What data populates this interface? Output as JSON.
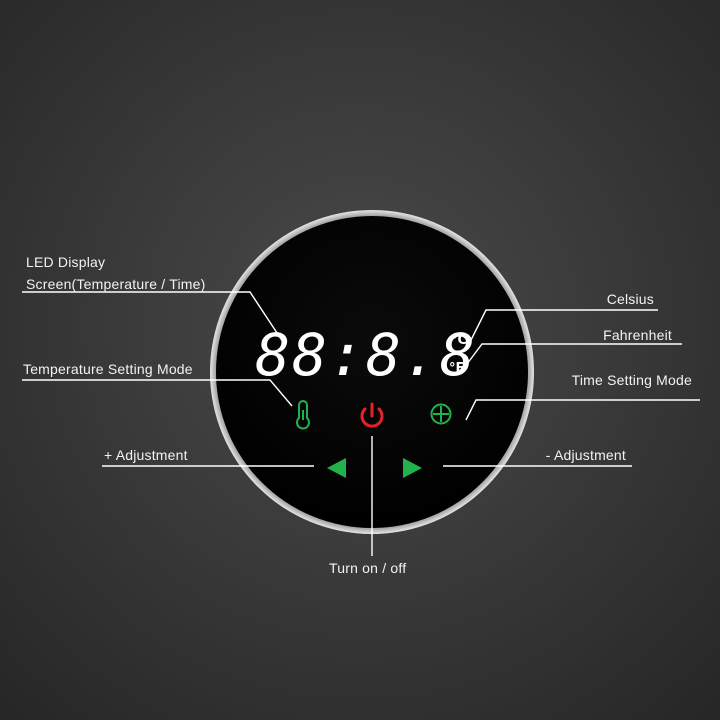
{
  "display": {
    "digits": "88:8.8",
    "celsius_symbol": "°C",
    "fahrenheit_symbol": "°F"
  },
  "labels": {
    "led_line1": "LED Display",
    "led_line2": "Screen(Temperature / Time)",
    "celsius": "Celsius",
    "fahrenheit": "Fahrenheit",
    "temp_mode": "Temperature Setting Mode",
    "time_mode": "Time Setting Mode",
    "plus_adjust": "+ Adjustment",
    "minus_adjust": "- Adjustment",
    "power": "Turn on / off"
  },
  "icons": {
    "thermometer": "thermometer-icon",
    "power": "power-icon",
    "timer": "timer-crosshair-icon",
    "left": "triangle-left-icon",
    "right": "triangle-right-icon"
  },
  "colors": {
    "green": "#22b24c",
    "red": "#e8202a",
    "panel": "#050505",
    "bezel": "#d9d9d9"
  }
}
